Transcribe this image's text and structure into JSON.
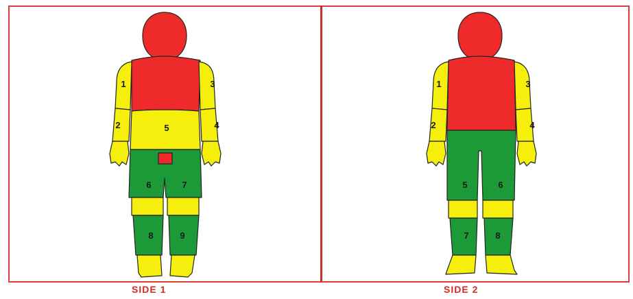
{
  "colors": {
    "red": "#ee2a2a",
    "yellow": "#f6ef0e",
    "green": "#1d9a38",
    "outline": "#222222",
    "frame": "#d9403a",
    "caption": "#d62a23"
  },
  "side1": {
    "caption": "SIDE 1",
    "labels": [
      "1",
      "2",
      "3",
      "4",
      "5",
      "6",
      "7",
      "8",
      "9"
    ]
  },
  "side2": {
    "caption": "SIDE 2",
    "labels": [
      "1",
      "2",
      "3",
      "4",
      "5",
      "6",
      "7",
      "8"
    ]
  }
}
